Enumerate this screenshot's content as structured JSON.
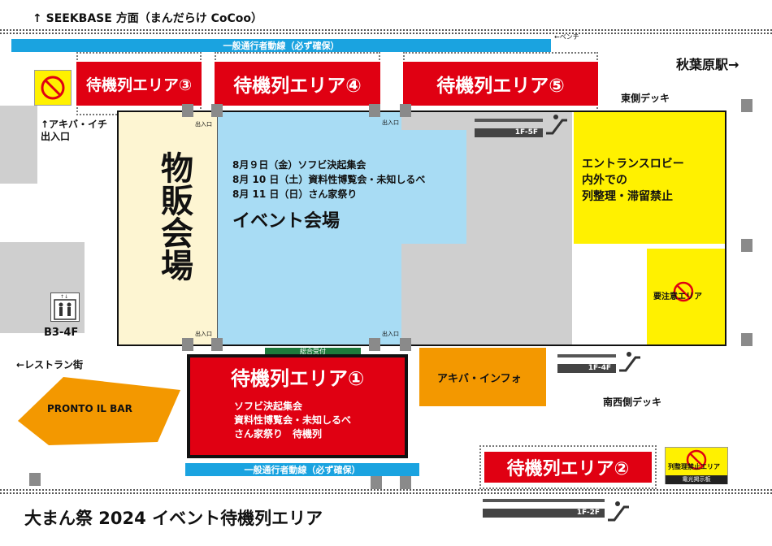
{
  "map": {
    "title": "大まん祭 2024 イベント待機列エリア",
    "top_direction": "↑ SEEKBASE 方面（まんだらけ CoCoo）",
    "akihabara_station": "秋葉原駅→",
    "east_deck": "東側デッキ",
    "southwest_deck": "南西側デッキ",
    "akiba_ichi_entrance": "↑アキバ・イチ\n出入口",
    "restaurant_street": "←レストラン街",
    "bench": "←ベンチ",
    "lane_label": "一般通行者動線（必ず確保）",
    "merch_hall": "物販会場",
    "event_hall": "イベント会場",
    "schedule": [
      "8月９日（金）ソフビ決起集会",
      "8月 10 日（土）資料性博覧会・未知しるべ",
      "8月 11 日（日）さん家祭り"
    ],
    "entrance_label": "出入口",
    "general_reception": "総合受付",
    "akiba_info": "アキバ・インフォ",
    "pronto": "PRONTO IL BAR",
    "elevator_floor": "B3-4F",
    "entrance_lobby_text": "エントランスロビー\n内外での\n列整理・滞留禁止",
    "caution_area": "要注意エリア",
    "no_queue_area": "列整理禁止エリア",
    "no_queue_sub": "電光掲示板",
    "floors": {
      "f1_5f": "1F-5F",
      "f1_4f": "1F-4F",
      "f1_2f": "1F-2F"
    },
    "wait_areas": {
      "a1": "待機列エリア①",
      "a2": "待機列エリア②",
      "a3": "待機列エリア③",
      "a4": "待機列エリア④",
      "a5": "待機列エリア⑤"
    },
    "area1_detail": [
      "ソフビ決起集会",
      "資料性博覧会・未知しるべ",
      "さん家祭り　待機列"
    ]
  },
  "colors": {
    "wait_red": "#e00012",
    "lane_blue": "#1aa3e0",
    "event_blue": "#a8dcf4",
    "merch_cream": "#fdf5d2",
    "lobby_yellow": "#fff100",
    "info_orange": "#f39800",
    "reception_green": "#1e7a3c",
    "gray": "#cfcfcf"
  }
}
